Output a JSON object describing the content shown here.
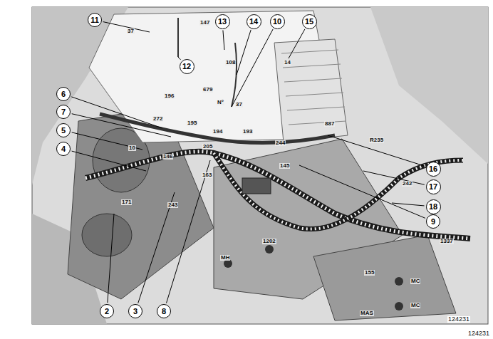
{
  "diagram": {
    "nodes": [
      {
        "text": [
          "11"
        ]
      },
      {
        "text": [
          "12"
        ]
      },
      {
        "text": [
          "13"
        ]
      },
      {
        "text": [
          "14"
        ]
      },
      {
        "text": [
          "10"
        ]
      },
      {
        "text": [
          "15"
        ]
      },
      {
        "text": [
          "6"
        ]
      },
      {
        "text": [
          "7"
        ]
      },
      {
        "text": [
          "5"
        ]
      },
      {
        "text": [
          "4"
        ]
      },
      {
        "text": [
          "16"
        ]
      },
      {
        "text": [
          "17"
        ]
      },
      {
        "text": [
          "18"
        ]
      },
      {
        "text": [
          "9"
        ]
      },
      {
        "text": [
          "2"
        ]
      },
      {
        "text": [
          "3"
        ]
      },
      {
        "text": [
          "8"
        ]
      }
    ],
    "labels": [
      "37",
      "147",
      "108",
      "14",
      "679",
      "N°",
      "37",
      "196",
      "272",
      "195",
      "194",
      "193",
      "887",
      "R235",
      "10",
      "205",
      "146",
      "244",
      "145",
      "163",
      "243",
      "242",
      "171",
      "1202",
      "MH",
      "155",
      "MC",
      "MC",
      "MAS",
      "1337",
      "124231",
      "124231"
    ]
  }
}
